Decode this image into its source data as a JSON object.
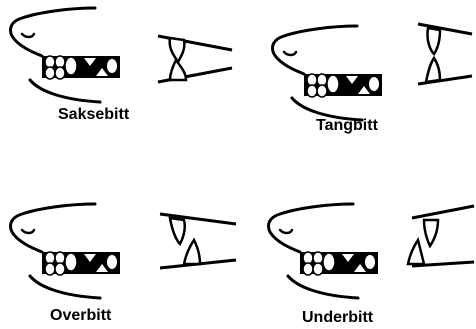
{
  "bites": [
    {
      "id": "saksebitt",
      "label": "Saksebitt"
    },
    {
      "id": "tangbitt",
      "label": "Tangbitt"
    },
    {
      "id": "overbitt",
      "label": "Overbitt"
    },
    {
      "id": "underbitt",
      "label": "Underbitt"
    }
  ],
  "colors": {
    "ink": "#000000",
    "paper": "#ffffff"
  }
}
